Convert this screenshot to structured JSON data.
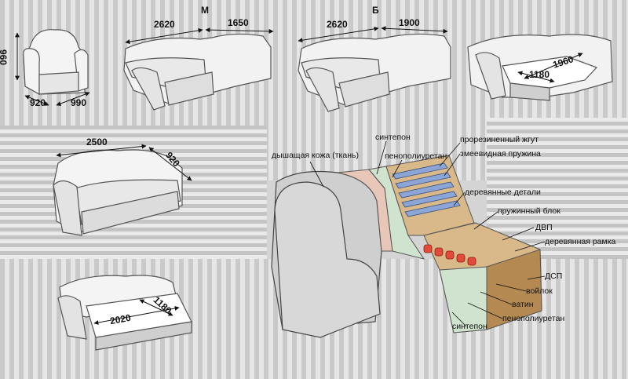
{
  "colors": {
    "leather": "#cfcfcf",
    "sintepon": "#e8c6b8",
    "foam": "#cfe3cf",
    "wood": "#d9b98a",
    "board": "#b48a52",
    "spring": "#e24a3a",
    "slat": "#8aa5d6"
  },
  "armchair": {
    "height": "960",
    "width": "920",
    "depth": "990"
  },
  "corner_m": {
    "letter": "М",
    "left": "2620",
    "right": "1650"
  },
  "corner_b": {
    "letter": "Б",
    "left": "2620",
    "right": "1900"
  },
  "corner_bed": {
    "length": "1960",
    "width": "1180"
  },
  "sofa": {
    "length": "2500",
    "depth": "920"
  },
  "sofa_bed": {
    "length": "2020",
    "width": "1180"
  },
  "layers": {
    "leather": "дышащая кожа (ткань)",
    "sintepon_top": "синтепон",
    "foam_top": "пенополиуретан",
    "jute": "прорезиненный жгут",
    "snake_spring": "змеевидная пружина",
    "wood_parts": "деревянные детали",
    "spring_block": "пружинный блок",
    "dvp": "ДВП",
    "wood_frame": "деревянная рамка",
    "dsp": "ДСП",
    "felt": "войлок",
    "vatin": "ватин",
    "foam_bottom": "пенополиуретан",
    "sintepon_bottom": "синтепон"
  }
}
